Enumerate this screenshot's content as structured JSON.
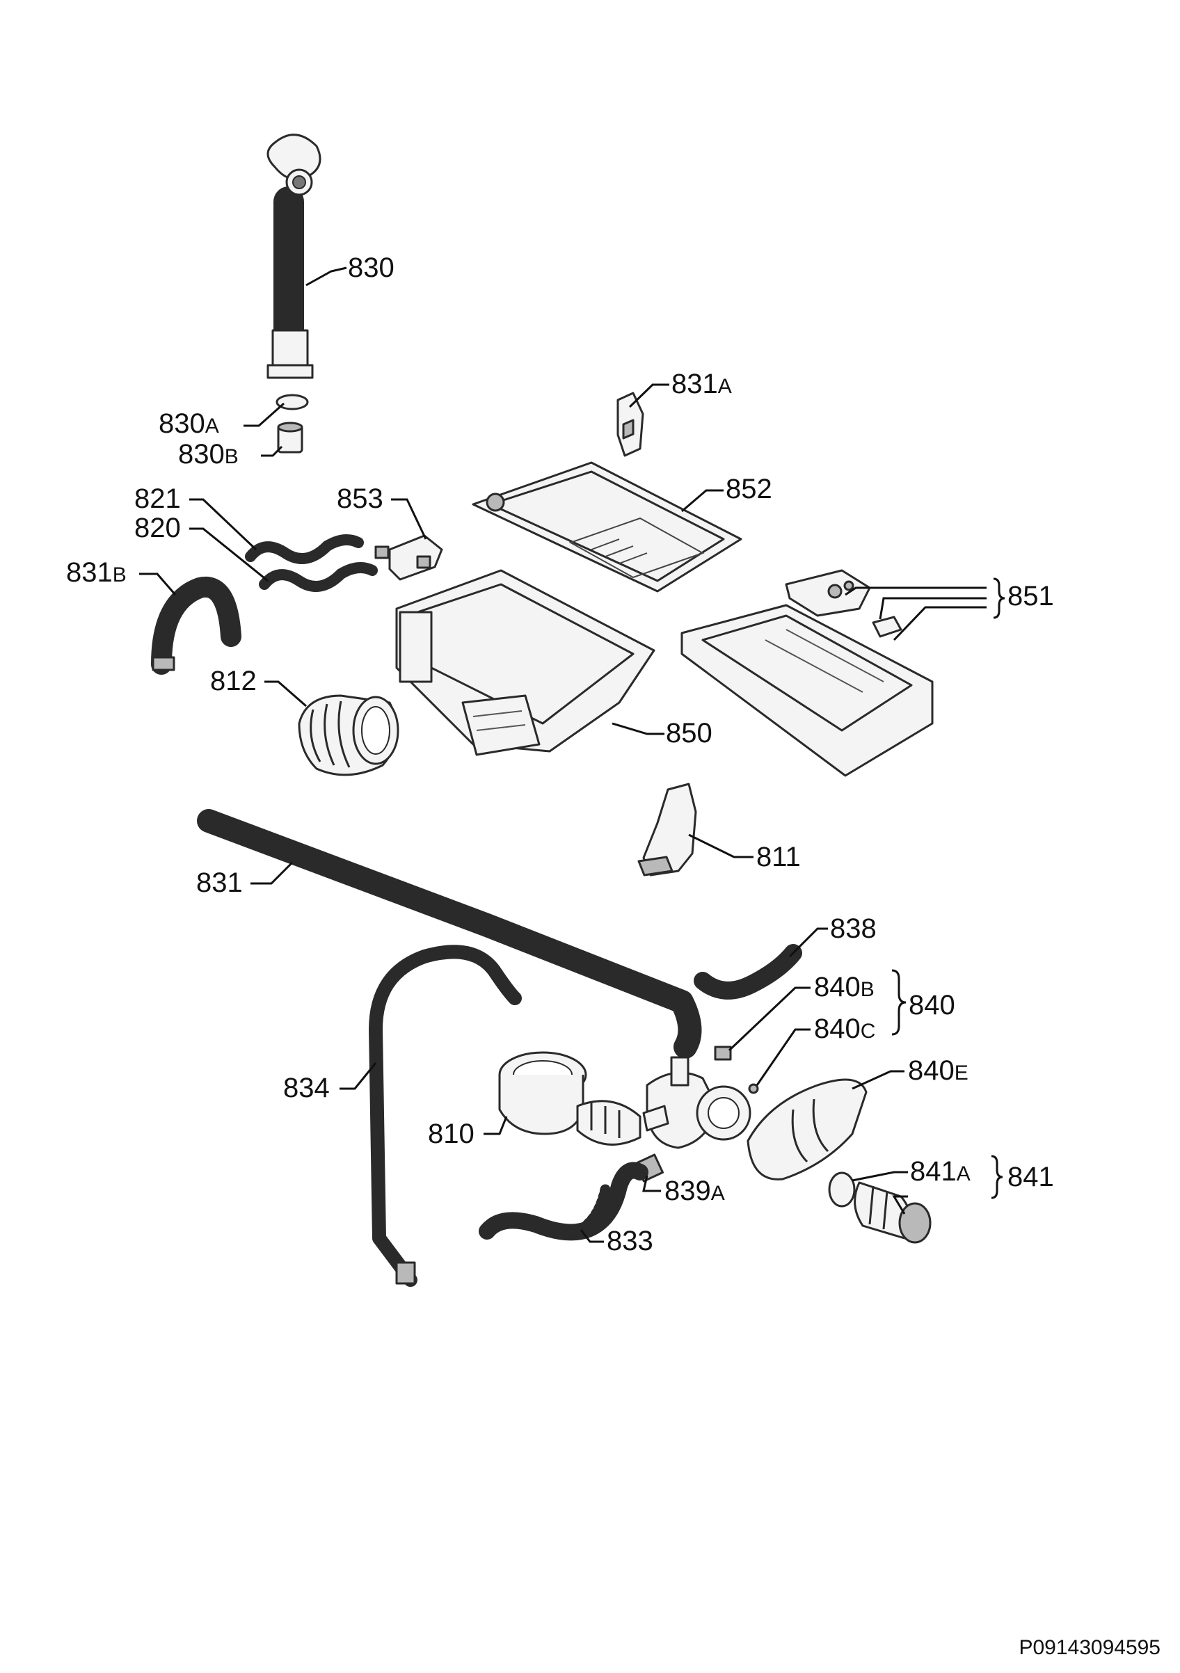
{
  "labels": [
    {
      "id": "830",
      "text": "830",
      "sub": ""
    },
    {
      "id": "830A",
      "text": "830",
      "sub": "A"
    },
    {
      "id": "830B",
      "text": "830",
      "sub": "B"
    },
    {
      "id": "831A",
      "text": "831",
      "sub": "A"
    },
    {
      "id": "852",
      "text": "852",
      "sub": ""
    },
    {
      "id": "853",
      "text": "853",
      "sub": ""
    },
    {
      "id": "821",
      "text": "821",
      "sub": ""
    },
    {
      "id": "820",
      "text": "820",
      "sub": ""
    },
    {
      "id": "831B",
      "text": "831",
      "sub": "B"
    },
    {
      "id": "851",
      "text": "851",
      "sub": ""
    },
    {
      "id": "812",
      "text": "812",
      "sub": ""
    },
    {
      "id": "850",
      "text": "850",
      "sub": ""
    },
    {
      "id": "811",
      "text": "811",
      "sub": ""
    },
    {
      "id": "831",
      "text": "831",
      "sub": ""
    },
    {
      "id": "838",
      "text": "838",
      "sub": ""
    },
    {
      "id": "840B",
      "text": "840",
      "sub": "B"
    },
    {
      "id": "840",
      "text": "840",
      "sub": ""
    },
    {
      "id": "840C",
      "text": "840",
      "sub": "C"
    },
    {
      "id": "840E",
      "text": "840",
      "sub": "E"
    },
    {
      "id": "834",
      "text": "834",
      "sub": ""
    },
    {
      "id": "810",
      "text": "810",
      "sub": ""
    },
    {
      "id": "841A",
      "text": "841",
      "sub": "A"
    },
    {
      "id": "841",
      "text": "841",
      "sub": ""
    },
    {
      "id": "839A",
      "text": "839",
      "sub": "A"
    },
    {
      "id": "833",
      "text": "833",
      "sub": ""
    }
  ],
  "document_id": "P09143094595"
}
